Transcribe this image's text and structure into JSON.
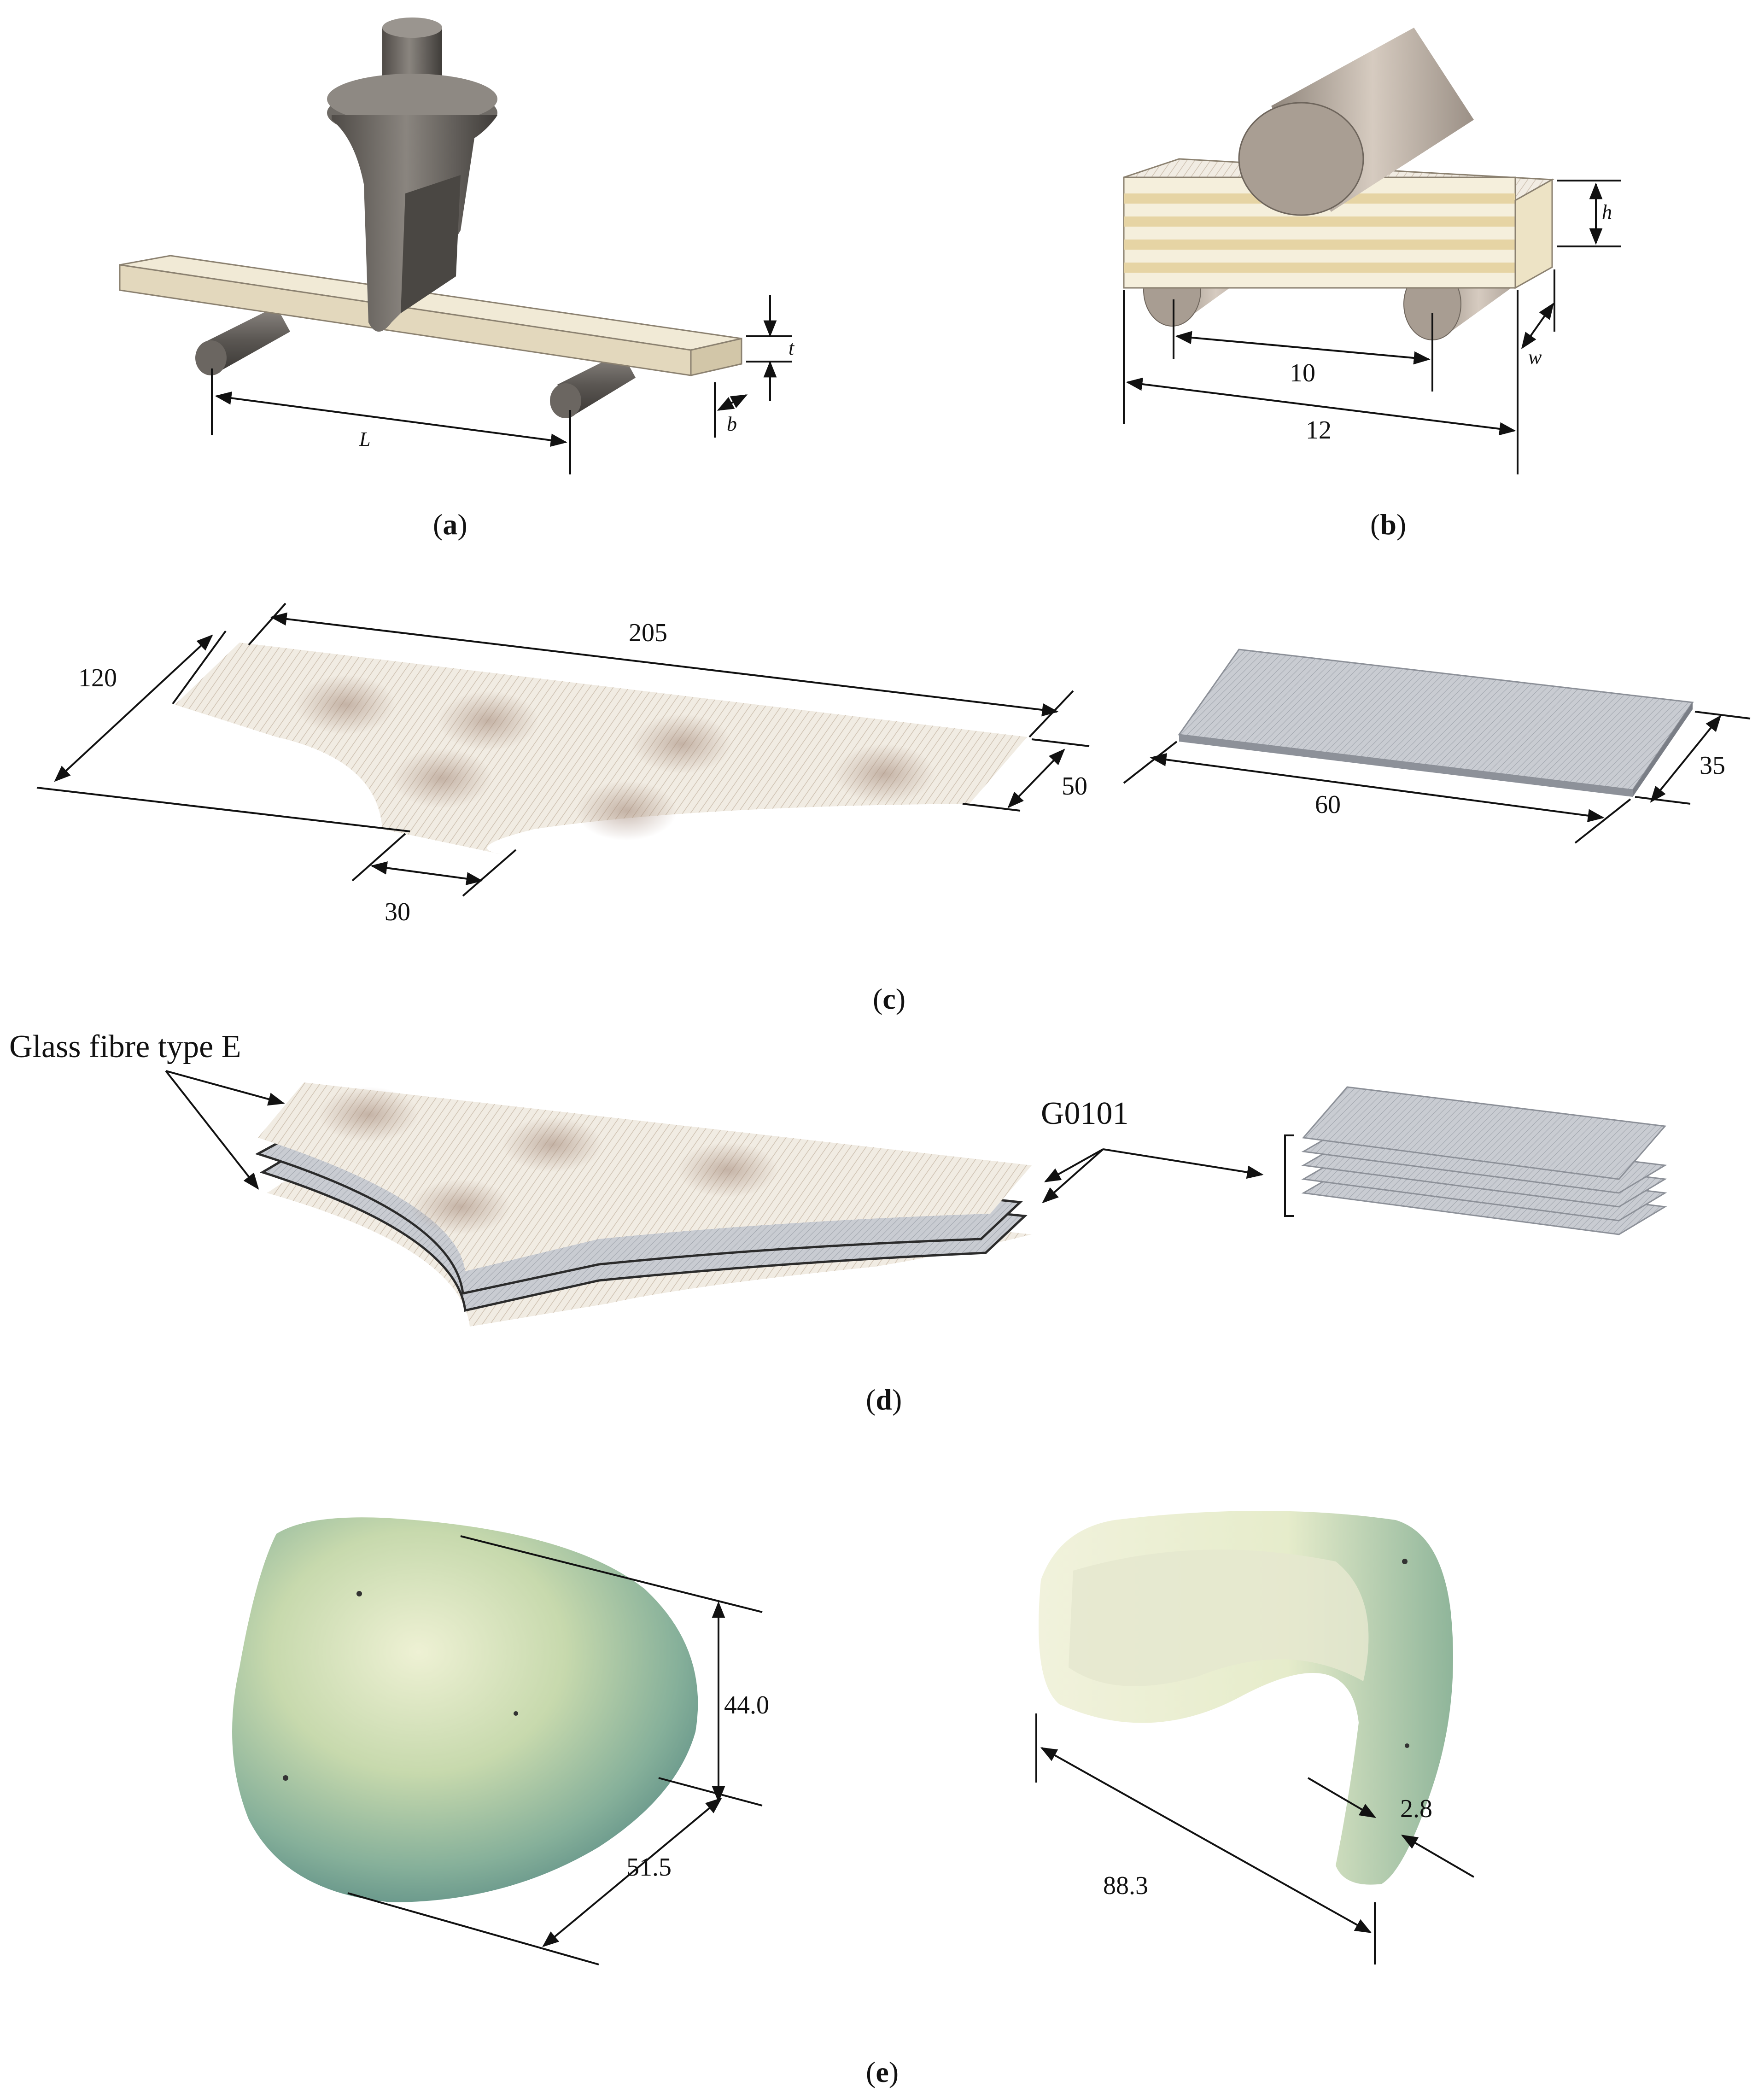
{
  "panels": {
    "a": {
      "caption_open": "(",
      "caption_letter": "a",
      "caption_close": ")",
      "dims": {
        "span": "L",
        "thickness": "t",
        "width": "b"
      }
    },
    "b": {
      "caption_open": "(",
      "caption_letter": "b",
      "caption_close": ")",
      "dims": {
        "span": "10",
        "length": "12",
        "height": "h",
        "width": "w"
      }
    },
    "c": {
      "caption_open": "(",
      "caption_letter": "c",
      "caption_close": ")",
      "dims": {
        "d205": "205",
        "d120": "120",
        "d50": "50",
        "d30": "30",
        "d60": "60",
        "d35": "35"
      }
    },
    "d": {
      "caption_open": "(",
      "caption_letter": "d",
      "caption_close": ")",
      "labels": {
        "glass": "Glass fibre type E",
        "g0101": "G0101"
      }
    },
    "e": {
      "caption_open": "(",
      "caption_letter": "e",
      "caption_close": ")",
      "dims": {
        "d44": "44.0",
        "d515": "51.5",
        "d883": "88.3",
        "d28": "2.8"
      }
    }
  },
  "colors": {
    "beam": "#ece3cc",
    "metal": "#6e6a65",
    "roller": "#bfb3a6",
    "mesh": "#cfd2d8",
    "shell_green": "#9fbf8e",
    "shell_cream": "#e8ecc9"
  }
}
